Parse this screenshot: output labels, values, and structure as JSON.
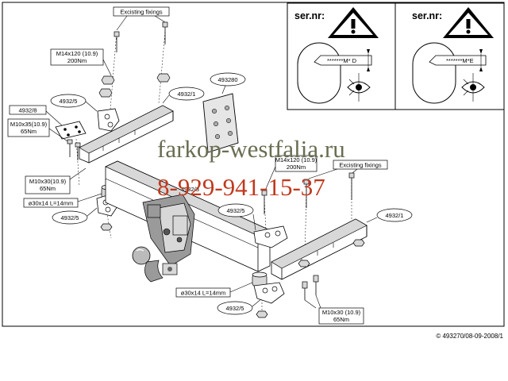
{
  "diagram": {
    "callouts": {
      "existing_top": "Excisting fixings",
      "existing_right": "Excisting fixings",
      "bolt_top": "M14x120 (10.9)",
      "torque_top": "200Nm",
      "bolt_mid": "M14x120 (10.9)",
      "torque_mid": "200Nm",
      "bolt_left_upper": "M10x35(10.9)",
      "torque_left_upper": "65Nm",
      "bolt_left_lower": "M10x30(10.9)",
      "torque_left_lower": "65Nm",
      "bolt_bottom": "M10x30 (10.9)",
      "torque_bottom": "65Nm",
      "spacer_left": "ø30x14 L=14mm",
      "spacer_bottom": "ø30x14 L=14mm"
    },
    "part_numbers": {
      "bracket_left_top": "4932/5",
      "plate_left": "4932/8",
      "arm_left": "4932/1",
      "plate_center": "493280",
      "bracket_left_bottom": "4932/5",
      "bracket_mid": "4932/5",
      "arm_right": "4932/1",
      "bracket_bottom": "4932/5",
      "crossbar": "4932/3"
    },
    "serial_panels": [
      {
        "title": "ser.nr:",
        "code": "*******M* D"
      },
      {
        "title": "ser.nr:",
        "code": "*******M*E"
      }
    ],
    "watermark": {
      "site": "farkop-westfalia.ru",
      "phone": "8-929-941-15-37"
    },
    "footer": "© 493270/08-09-2008/1"
  }
}
